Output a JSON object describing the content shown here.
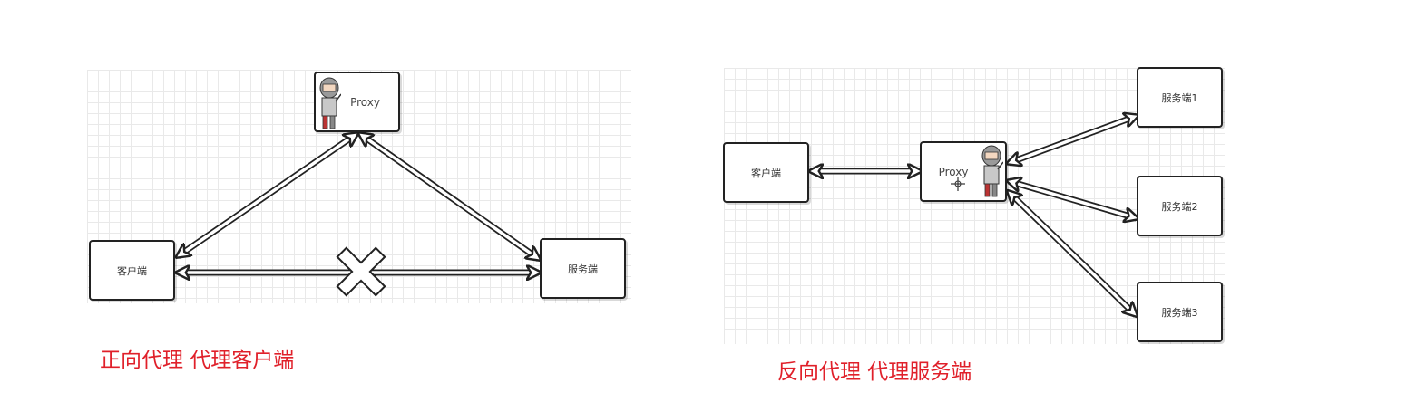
{
  "forward": {
    "proxy_label": "Proxy",
    "client_label": "客户端",
    "server_label": "服务端",
    "caption": "正向代理 代理客户端"
  },
  "reverse": {
    "proxy_label": "Proxy",
    "client_label": "客户端",
    "servers": [
      "服务端1",
      "服务端2",
      "服务端3"
    ],
    "caption": "反向代理 代理服务端"
  },
  "icons": [
    "knight-mascot-icon",
    "blocked-x-icon",
    "move-cursor-icon"
  ],
  "colors": {
    "caption": "#e0202a",
    "box_border": "#222222",
    "grid": "#e9e9e9"
  }
}
